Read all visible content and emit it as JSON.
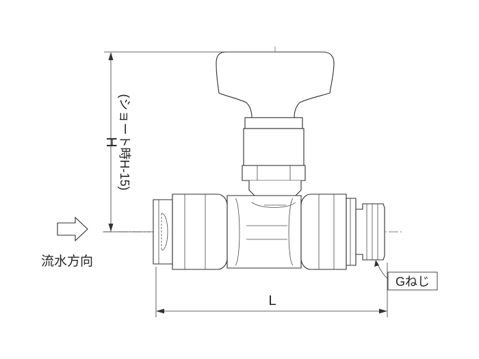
{
  "labels": {
    "dim_height": "H",
    "dim_height_note": "(ショート時H-15)",
    "dim_length": "L",
    "thread": "Gねじ",
    "flow_direction": "流水方向"
  }
}
